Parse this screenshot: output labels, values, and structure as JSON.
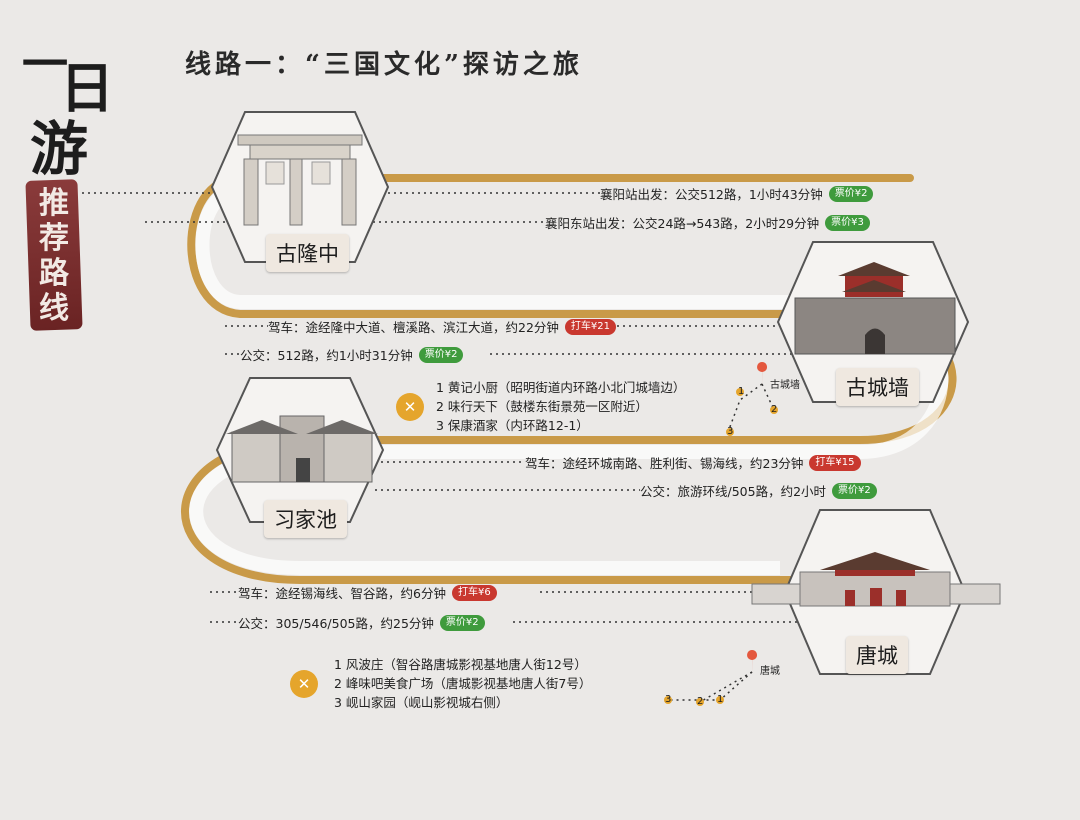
{
  "header": {
    "big_chars": [
      "一",
      "日",
      "游"
    ],
    "brush_text": "推荐路线",
    "title": "线路一：“三国文化”探访之旅"
  },
  "colors": {
    "track": "#c99a48",
    "accent_red": "#c9382f",
    "accent_green": "#3f9b3d",
    "food_icon": "#e5a52c"
  },
  "stops": [
    {
      "name": "古隆中",
      "illustration": "stone-archway-icon"
    },
    {
      "name": "古城墙",
      "illustration": "city-gate-tower-icon"
    },
    {
      "name": "习家池",
      "illustration": "ancestral-hall-icon"
    },
    {
      "name": "唐城",
      "illustration": "tang-city-gate-icon"
    }
  ],
  "routes": [
    {
      "text": "襄阳站出发：公交512路，1小时43分钟",
      "badge": "票价¥2",
      "badge_color": "green"
    },
    {
      "text": "襄阳东站出发：公交24路→543路，2小时29分钟",
      "badge": "票价¥3",
      "badge_color": "green"
    },
    {
      "text": "驾车：途经隆中大道、檀溪路、滨江大道，约22分钟",
      "badge": "打车¥21",
      "badge_color": "red"
    },
    {
      "text": "公交：512路，约1小时31分钟",
      "badge": "票价¥2",
      "badge_color": "green"
    },
    {
      "text": "驾车：途经环城南路、胜利街、锡海线，约23分钟",
      "badge": "打车¥15",
      "badge_color": "red"
    },
    {
      "text": "公交：旅游环线/505路，约2小时",
      "badge": "票价¥2",
      "badge_color": "green"
    },
    {
      "text": "驾车：途经锡海线、智谷路，约6分钟",
      "badge": "打车¥6",
      "badge_color": "red"
    },
    {
      "text": "公交：305/546/505路，约25分钟",
      "badge": "票价¥2",
      "badge_color": "green"
    }
  ],
  "food_groups": [
    {
      "icon": "fork-knife-icon",
      "items": [
        "1 黄记小厨（昭明街道内环路小北门城墙边）",
        "2 味行天下（鼓楼东街景苑一区附近）",
        "3 保康酒家（内环路12-1）"
      ],
      "map_label": "古城墙",
      "pin_numbers": [
        "1",
        "2",
        "3"
      ]
    },
    {
      "icon": "fork-knife-icon",
      "items": [
        "1 风波庄（智谷路唐城影视基地唐人街12号）",
        "2 峰味吧美食广场（唐城影视基地唐人街7号）",
        "3 岘山家园（岘山影视城右侧）"
      ],
      "map_label": "唐城",
      "pin_numbers": [
        "3",
        "2",
        "1"
      ]
    }
  ]
}
